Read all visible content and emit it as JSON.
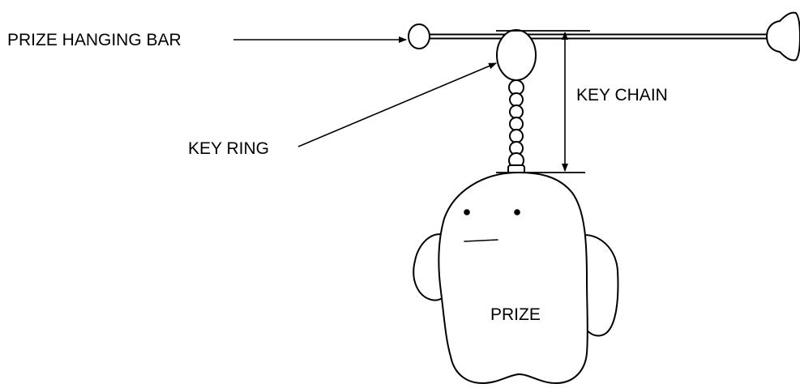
{
  "labels": {
    "prize_hanging_bar": "PRIZE HANGING BAR",
    "key_chain": "KEY CHAIN",
    "key_ring": "KEY RING",
    "prize": "PRIZE"
  }
}
